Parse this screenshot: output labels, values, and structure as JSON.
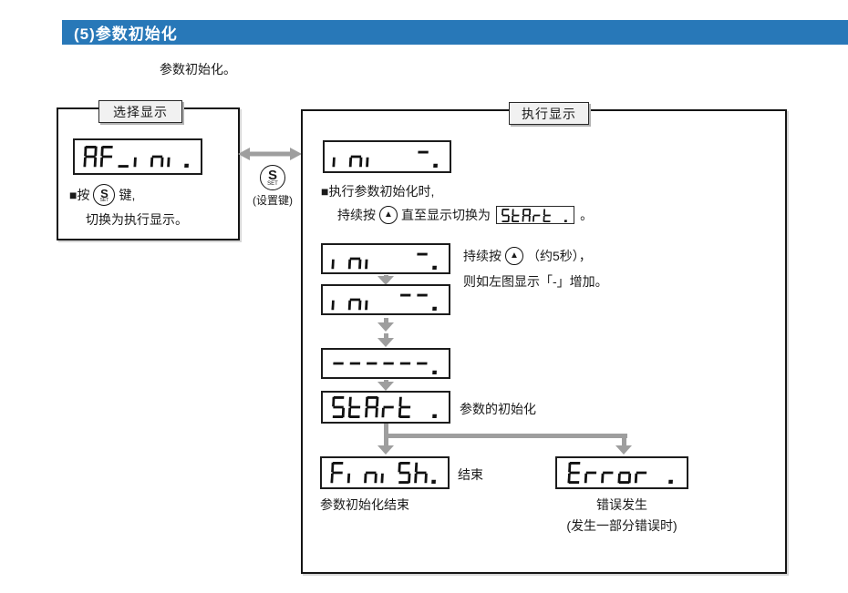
{
  "header": {
    "title": "(5)参数初始化"
  },
  "intro": "参数初始化。",
  "keys": {
    "s": "S",
    "set": "SET",
    "up": "▲"
  },
  "select_panel": {
    "label": "选择显示",
    "display": "AF_ini.",
    "note_pre": "■按",
    "note_post": "键,",
    "note_line2": "切换为执行显示。"
  },
  "connector": {
    "caption": "(设置键)"
  },
  "exec_panel": {
    "label": "执行显示",
    "display_top": "ini  ¯.",
    "note1": "■执行参数初始化时,",
    "note2_pre": "持续按",
    "note2_mid": "直至显示切换为",
    "note2_display": "StArt .",
    "note2_post": "。",
    "display_step1": "ini  ¯.",
    "display_step2": "ini ¯¯.",
    "side_pre": "持续按",
    "side_mid": "（约5秒），",
    "side_line2": "则如左图显示「-」增加。",
    "display_step3": "------.",
    "display_start": "StArt .",
    "start_label": "参数的初始化",
    "display_finish": "FiniSh.",
    "finish_label": "结束",
    "finish_caption": "参数初始化结束",
    "display_error": "Error .",
    "error_caption1": "错误发生",
    "error_caption2": "(发生一部分错误时)"
  },
  "colors": {
    "header_bg": "#2878b8",
    "arrow": "#9e9e9e"
  }
}
